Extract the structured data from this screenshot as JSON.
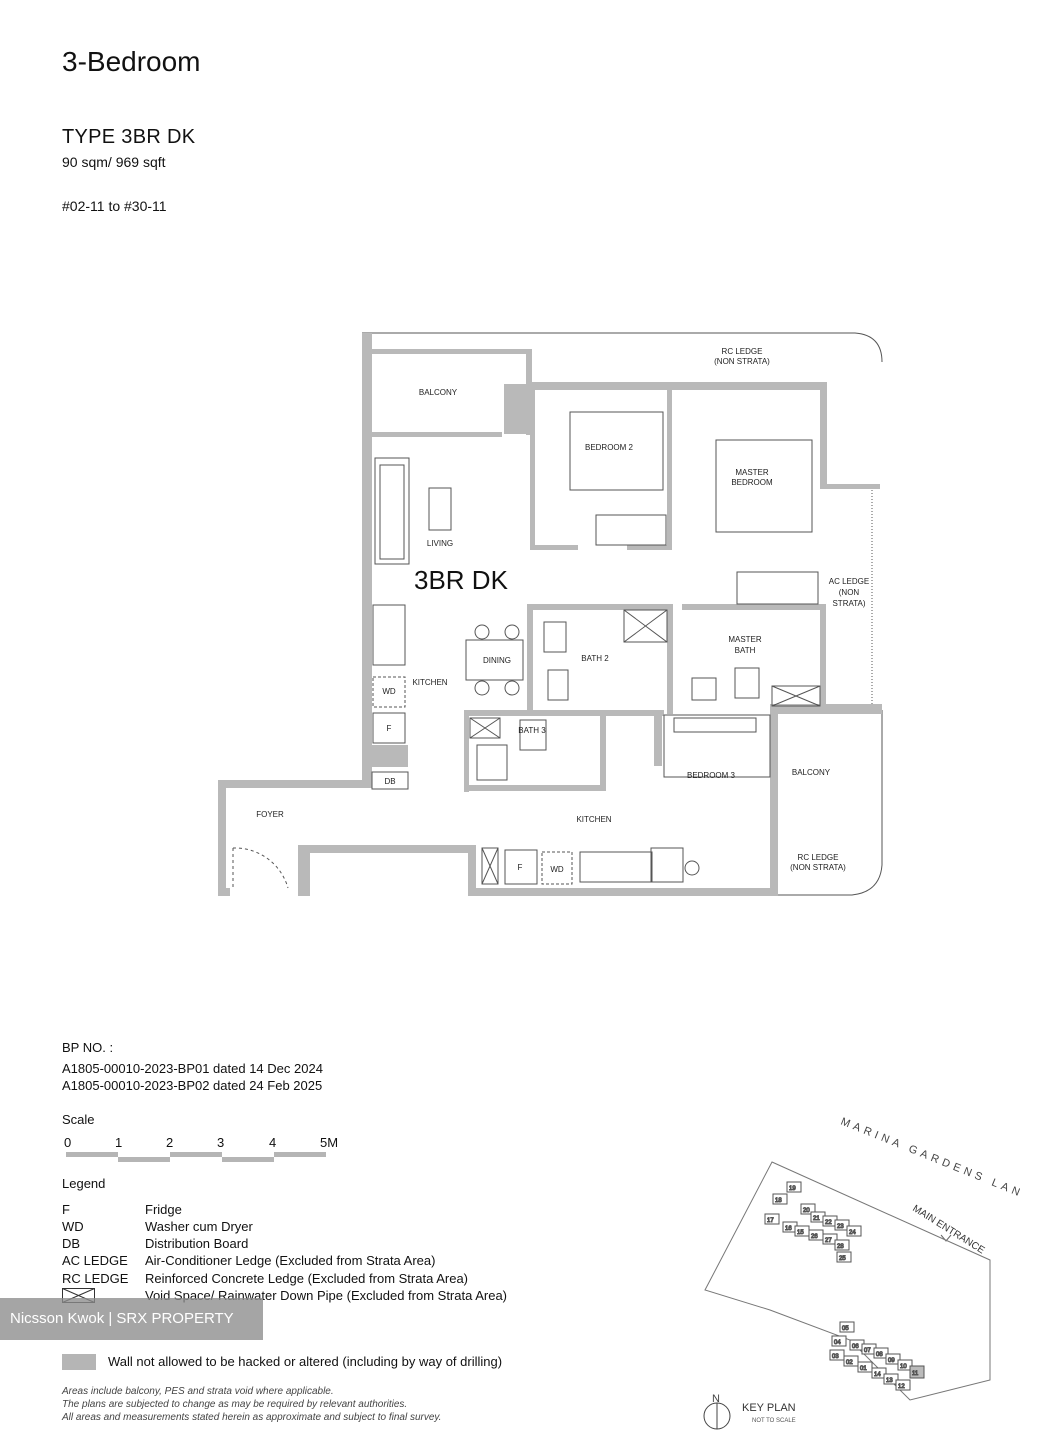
{
  "header": {
    "title": "3-Bedroom",
    "unit_type": "TYPE 3BR DK",
    "area": "90 sqm/ 969 sqft",
    "unit_range": "#02-11 to #30-11"
  },
  "plan": {
    "unit_label": "3BR DK",
    "rooms": {
      "rc_ledge_top_1": "RC LEDGE",
      "rc_ledge_top_2": "(NON STRATA)",
      "balcony_top": "BALCONY",
      "bedroom2": "BEDROOM 2",
      "master_bedroom_1": "MASTER",
      "master_bedroom_2": "BEDROOM",
      "living": "LIVING",
      "ac_ledge_1": "AC LEDGE",
      "ac_ledge_2": "(NON",
      "ac_ledge_3": "STRATA)",
      "dining": "DINING",
      "bath2": "BATH 2",
      "master_bath_1": "MASTER",
      "master_bath_2": "BATH",
      "kitchen_left": "KITCHEN",
      "wd_left": "WD",
      "f_left": "F",
      "db": "DB",
      "bath3": "BATH 3",
      "bedroom3": "BEDROOM 3",
      "balcony_right": "BALCONY",
      "foyer": "FOYER",
      "kitchen_bottom": "KITCHEN",
      "f_bottom": "F",
      "wd_bottom": "WD",
      "rc_ledge_bottom_1": "RC LEDGE",
      "rc_ledge_bottom_2": "(NON STRATA)"
    }
  },
  "bp": {
    "label": "BP NO. :",
    "line1": "A1805-00010-2023-BP01 dated 14 Dec 2024",
    "line2": "A1805-00010-2023-BP02 dated 24 Feb 2025"
  },
  "scale": {
    "title": "Scale",
    "labels": [
      "0",
      "1",
      "2",
      "3",
      "4",
      "5M"
    ]
  },
  "legend": {
    "title": "Legend",
    "items": [
      {
        "key": "F",
        "value": "Fridge"
      },
      {
        "key": "WD",
        "value": "Washer cum Dryer"
      },
      {
        "key": "DB",
        "value": "Distribution Board"
      },
      {
        "key": "AC LEDGE",
        "value": "Air-Conditioner Ledge (Excluded from Strata Area)"
      },
      {
        "key": "RC LEDGE",
        "value": "Reinforced Concrete Ledge (Excluded from Strata Area)"
      },
      {
        "key": "",
        "value": "Void Space/ Rainwater Down Pipe (Excluded from Strata Area)"
      }
    ],
    "wall_note": "Wall not allowed to be hacked or altered (including by way of drilling)"
  },
  "watermark": "Nicsson Kwok | SRX PROPERTY",
  "footnotes": [
    "Areas include balcony, PES and strata void where applicable.",
    "The plans are subjected to change as may be required by relevant authorities.",
    "All areas and measurements stated herein as approximate and subject to final survey."
  ],
  "key_plan": {
    "road": "MARINA GARDENS LANE",
    "entrance": "MAIN ENTRANCE",
    "north": "N",
    "title": "KEY PLAN",
    "subtitle": "NOT TO SCALE",
    "units_top": [
      "19",
      "18",
      "20",
      "21",
      "22",
      "23",
      "24",
      "17",
      "16",
      "15",
      "26",
      "27",
      "28",
      "25"
    ],
    "units_bottom": [
      "05",
      "04",
      "06",
      "07",
      "08",
      "09",
      "10",
      "11",
      "03",
      "02",
      "01",
      "14",
      "13",
      "12"
    ],
    "highlight": "11"
  }
}
